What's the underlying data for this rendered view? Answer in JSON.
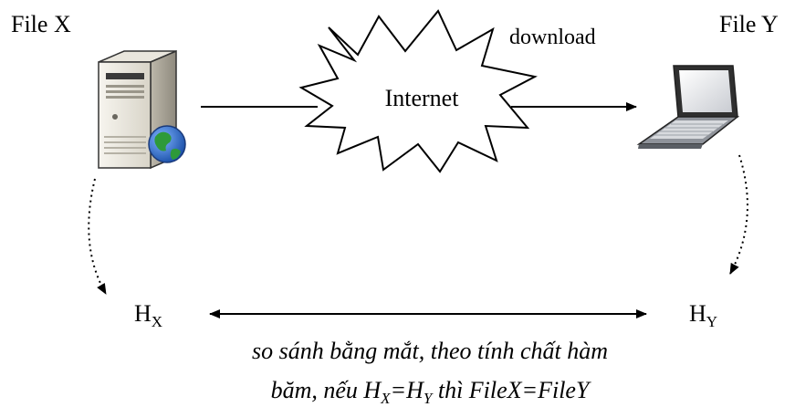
{
  "labels": {
    "file_x": "File X",
    "file_y": "File Y",
    "download": "download",
    "internet": "Internet",
    "hash_x": {
      "base": "H",
      "sub": "X"
    },
    "hash_y": {
      "base": "H",
      "sub": "Y"
    }
  },
  "caption": {
    "line1": "so sánh bằng mắt, theo tính chất hàm",
    "line2": {
      "t1": "băm, nếu H",
      "s1": "X",
      "t2": "=H",
      "s2": "Y",
      "t3": " thì FileX=FileY"
    }
  },
  "icons": {
    "server": "web-server-icon",
    "globe": "globe-icon",
    "laptop": "laptop-icon",
    "cloud": "internet-cloud-icon"
  },
  "colors": {
    "line": "#000000",
    "globe_blue": "#1f5fbf",
    "globe_green": "#2e9a3a"
  }
}
